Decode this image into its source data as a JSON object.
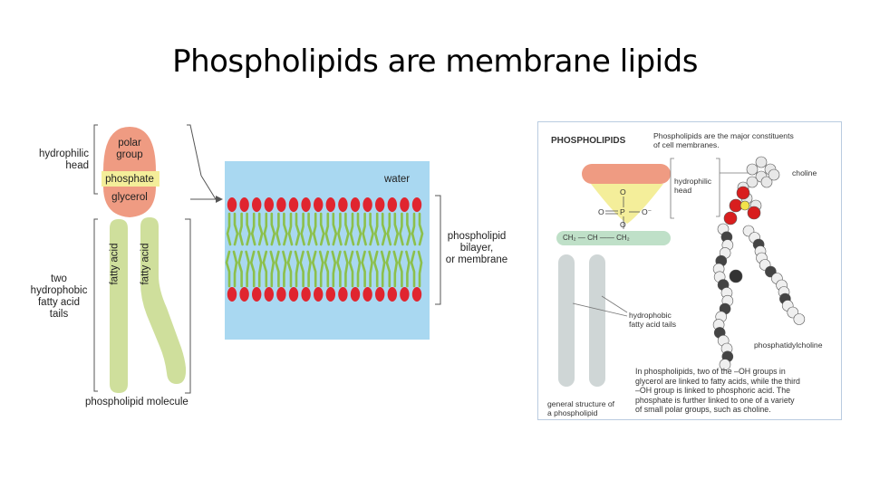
{
  "slide": {
    "title": "Phospholipids are membrane lipids"
  },
  "left_diagram": {
    "hydrophilic_head_label": "hydrophilic\nhead",
    "polar_group_label": "polar\ngroup",
    "phosphate_label": "phosphate",
    "glycerol_label": "glycerol",
    "tails_label": "two\nhydrophobic\nfatty acid\ntails",
    "fatty_acid_label_1": "fatty acid",
    "fatty_acid_label_2": "fatty acid",
    "molecule_caption": "phospholipid molecule",
    "water_label": "water",
    "bilayer_label": "phospholipid\nbilayer,\nor membrane"
  },
  "right_panel": {
    "heading": "PHOSPHOLIPIDS",
    "intro_text": "Phospholipids are the major constituents\nof cell membranes.",
    "hydrophilic_head_label": "hydrophilic\nhead",
    "choline_label": "choline",
    "glycerol_formula": "CH₂ — CH —— CH₂",
    "phosphate_atoms": [
      "O",
      "O",
      "P",
      "O⁻",
      "O"
    ],
    "hydrophobic_tails_label": "hydrophobic\nfatty acid tails",
    "phosphatidylcholine_label": "phosphatidylcholine",
    "general_structure_caption": "general structure of\na phospholipid",
    "explanation_text": "In phospholipids, two of the –OH groups in\nglycerol are linked to fatty acids, while the third\n–OH group is linked to phosphoric acid. The\nphosphate is further linked to one of a variety\nof small polar groups, such as choline."
  },
  "colors": {
    "polar_group": "#ef9b82",
    "phosphate": "#f4ee9a",
    "glycerol": "#ef9b82",
    "tails": "#cfdf9c",
    "water": "#a9d8f1",
    "lipid_head": "#e0252f",
    "lipid_tail": "#8cc04b",
    "panel_tail": "#cfd6d6",
    "panel_glycerol": "#bfe0c8"
  }
}
